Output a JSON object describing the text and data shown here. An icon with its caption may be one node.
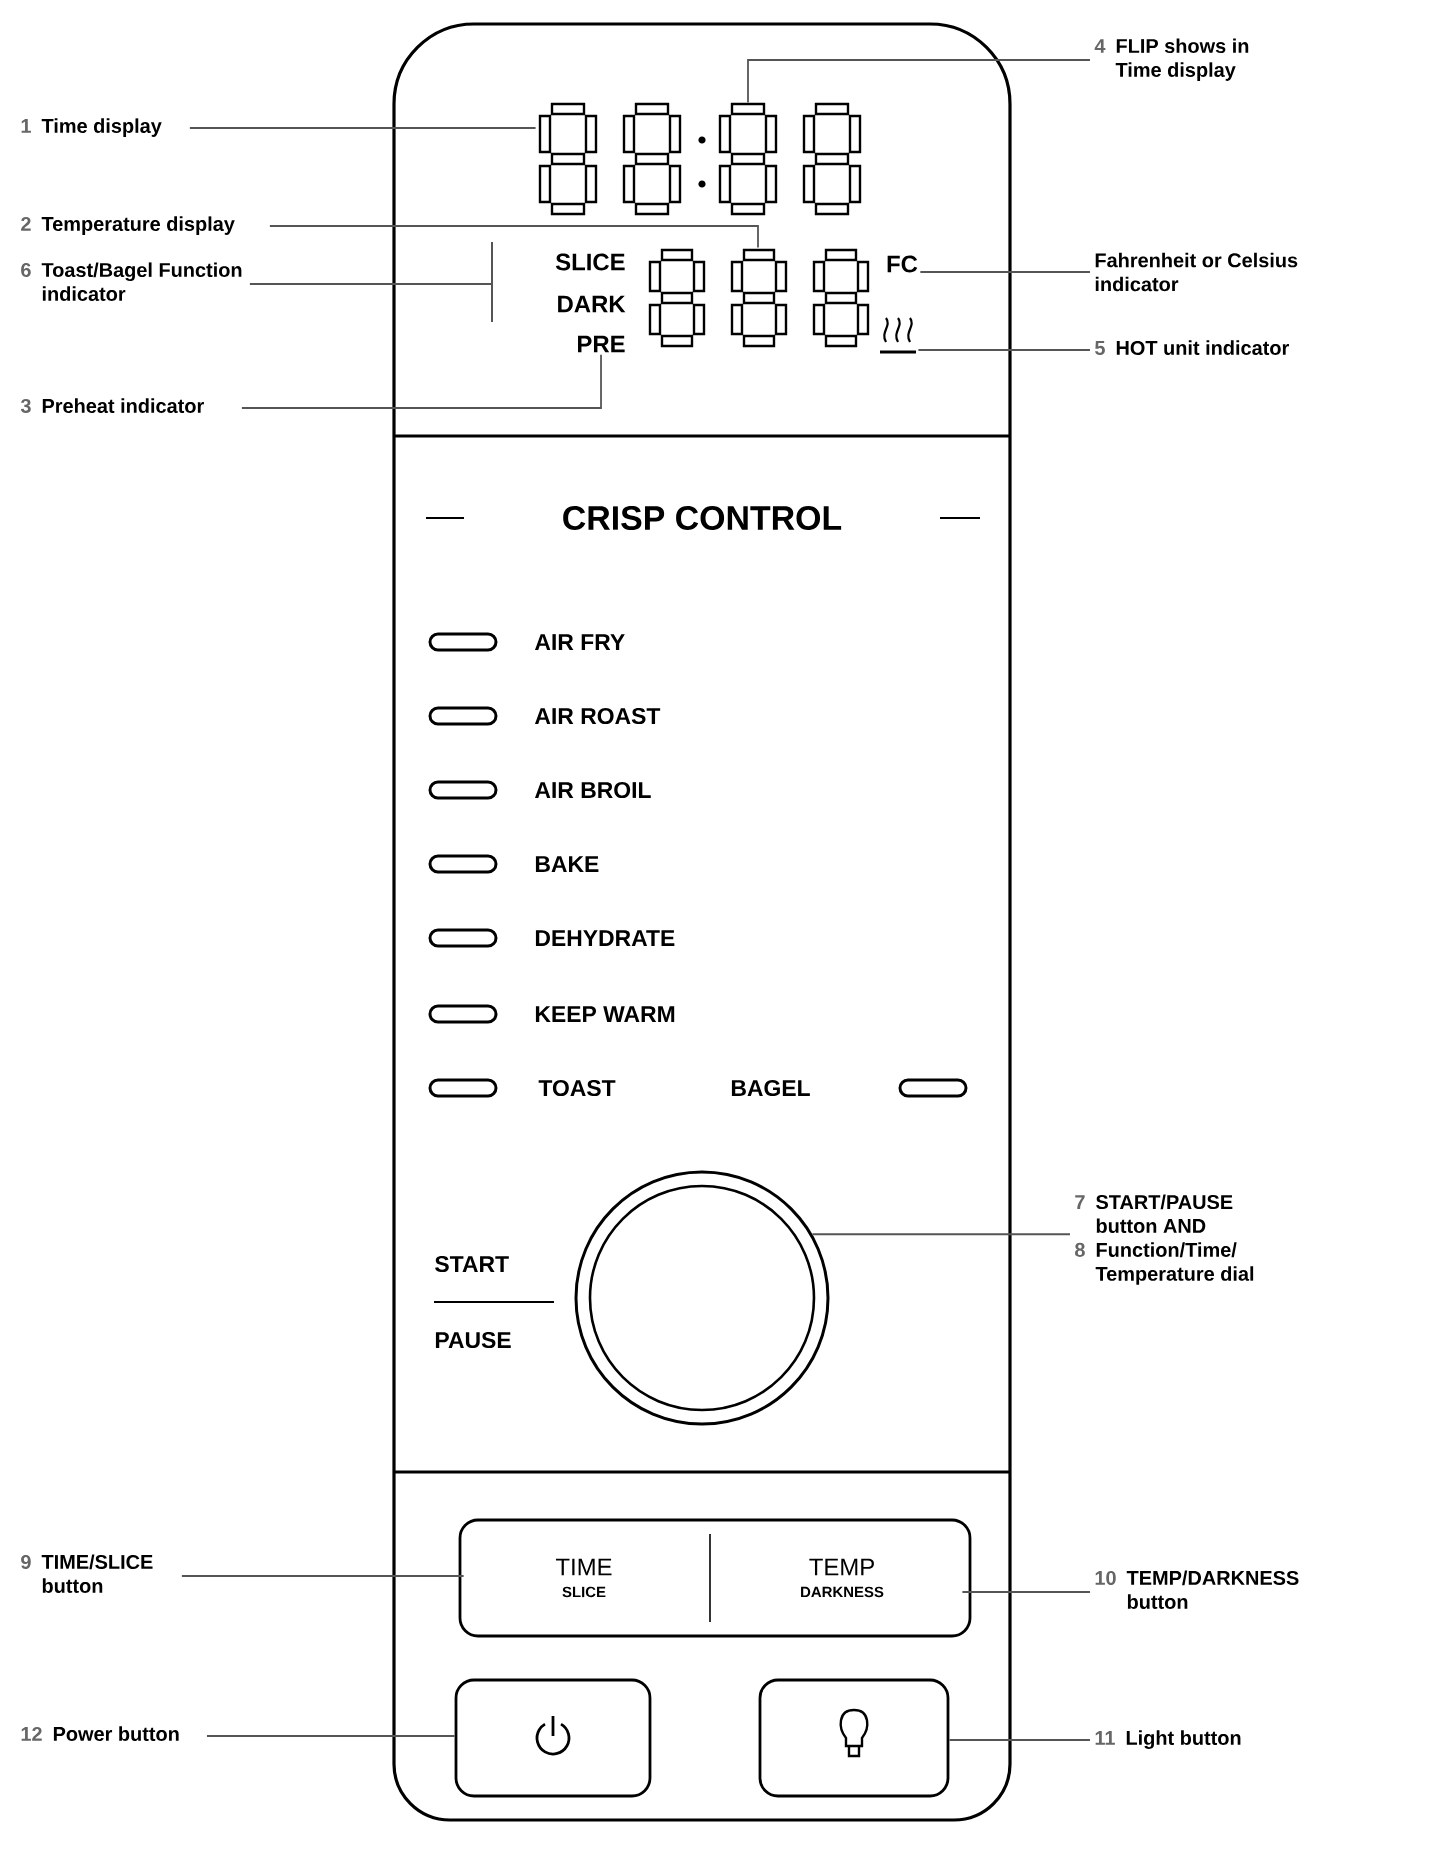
{
  "diagram": {
    "nodes": [
      {
        "text": [
          "1",
          "Time display"
        ]
      },
      {
        "text": [
          "4",
          "FLIP shows in Time display"
        ]
      },
      {
        "text": [],
        "shape": "display"
      },
      {
        "text": [
          "2",
          "Temperature display"
        ]
      },
      {
        "text": [
          "6",
          "Toast/Bagel Function indicator"
        ]
      },
      {
        "text": [],
        "shape": "display"
      },
      {
        "text": [
          "FC"
        ]
      },
      {
        "text": [
          "Fahrenheit or Celsius indicator"
        ]
      },
      {
        "text": [
          "PRE"
        ]
      },
      {
        "text": [],
        "shape": "icon"
      },
      {
        "text": [
          "5",
          "HOT unit indicator"
        ]
      },
      {
        "text": [
          "3",
          "Preheat indicator"
        ]
      },
      {
        "text": [],
        "shape": "circle"
      },
      {
        "text": [
          "7",
          "START/PAUSE button AND",
          "8",
          "Function/Time/ Temperature dial"
        ]
      },
      {
        "text": [],
        "shape": "box"
      },
      {
        "text": [
          "TIME",
          "SLICE"
        ],
        "in": 14
      },
      {
        "text": [
          "TEMP",
          "DARKNESS"
        ],
        "in": 14
      },
      {
        "text": [
          "9",
          "TIME/SLICE button"
        ]
      },
      {
        "text": [
          "10",
          "TEMP/DARKNESS button"
        ]
      },
      {
        "text": [],
        "shape": "box"
      },
      {
        "text": [],
        "shape": "box"
      },
      {
        "text": [
          "12",
          "Power button"
        ]
      },
      {
        "text": [
          "11",
          "Light button"
        ]
      }
    ],
    "edges": [
      {
        "from": 0,
        "to": 2,
        "arrow": "none"
      },
      {
        "from": 1,
        "to": 2,
        "arrow": "none"
      },
      {
        "from": 3,
        "to": 5,
        "arrow": "none"
      },
      {
        "from": 4,
        "to": null,
        "arrow": "none"
      },
      {
        "from": 7,
        "to": 6,
        "arrow": "none"
      },
      {
        "from": 11,
        "to": 8,
        "arrow": "none"
      },
      {
        "from": 10,
        "to": 9,
        "arrow": "none"
      },
      {
        "from": 13,
        "to": 12,
        "arrow": "none"
      },
      {
        "from": 17,
        "to": 15,
        "arrow": "none"
      },
      {
        "from": 18,
        "to": 16,
        "arrow": "none"
      },
      {
        "from": 21,
        "to": 19,
        "arrow": "none"
      },
      {
        "from": 22,
        "to": 20,
        "arrow": "none"
      }
    ],
    "labels": [
      "SLICE",
      "DARK",
      "CRISP CONTROL",
      "AIR FRY",
      "AIR ROAST",
      "AIR BROIL",
      "BAKE",
      "DEHYDRATE",
      "KEEP WARM",
      "TOAST",
      "BAGEL",
      "START",
      "PAUSE"
    ]
  }
}
